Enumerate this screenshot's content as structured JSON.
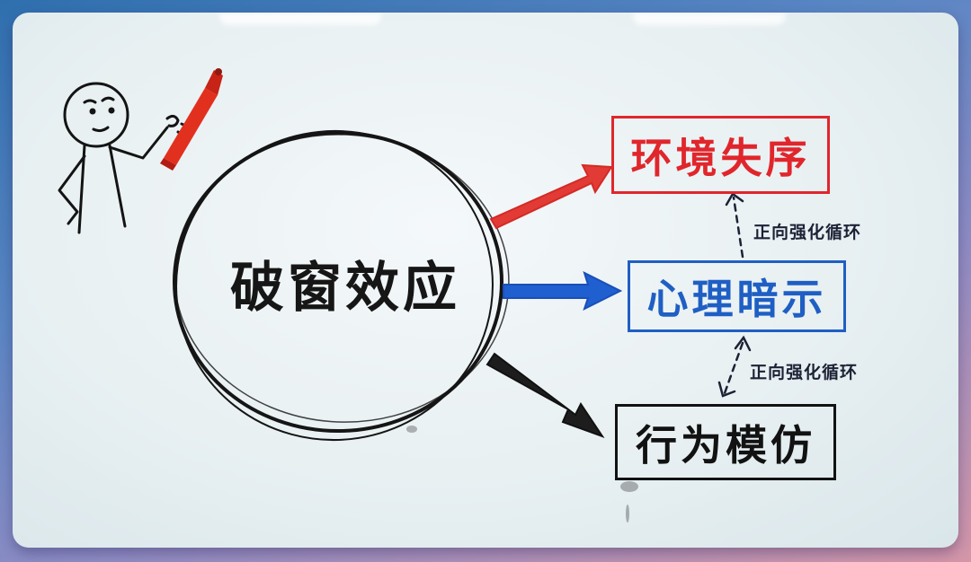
{
  "diagram": {
    "title": "破窗效应",
    "nodes": [
      {
        "id": "env",
        "label": "环境失序",
        "color": "#e0262c"
      },
      {
        "id": "psy",
        "label": "心理暗示",
        "color": "#1f5fc4"
      },
      {
        "id": "beh",
        "label": "行为模仿",
        "color": "#121212"
      }
    ],
    "edges": [
      {
        "from": "破窗效应",
        "to": "环境失序",
        "style": "solid-red-arrow"
      },
      {
        "from": "破窗效应",
        "to": "心理暗示",
        "style": "solid-blue-arrow"
      },
      {
        "from": "破窗效应",
        "to": "行为模仿",
        "style": "solid-black-arrow"
      },
      {
        "from": "心理暗示",
        "to": "环境失序",
        "style": "dashed-arrow",
        "label": "正向强化循环"
      },
      {
        "from": "行为模仿",
        "to": "心理暗示",
        "style": "dashed-double-arrow",
        "label": "正向强化循环"
      }
    ],
    "loop_labels": [
      "正向强化循环",
      "正向强化循环"
    ]
  },
  "colors": {
    "red": "#e0262c",
    "blue": "#1f5fc4",
    "black": "#141414",
    "board": "#eef3f5"
  }
}
